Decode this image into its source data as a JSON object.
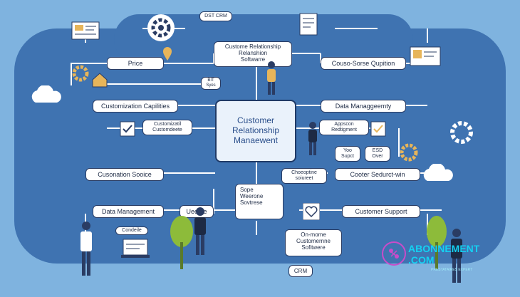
{
  "diagram": {
    "center": {
      "line1": "Customer",
      "line2": "Relationship",
      "line3": "Manaewent"
    },
    "labels": {
      "price": "Price",
      "top_box_l1": "Custome Relationship",
      "top_box_l2": "Relanshion",
      "top_box_l3": "Softwarre",
      "couse_sorse": "Couso-Sorse Qupition",
      "customization_capabilities": "Customization Capilities",
      "data_managgeemty": "Data Managgeemty",
      "customization_sub_l1": "Customizatil",
      "customization_sub_l2": "Customdeete",
      "appscon_l1": "Appscon",
      "appscon_l2": "Redtigment",
      "yoo_l1": "Yoo",
      "yoo_l2": "Supct",
      "esd_l1": "ESD",
      "esd_l2": "Over",
      "customation_sooice": "Cusonation Sooice",
      "choeoptine_l1": "Choeoptine",
      "choeoptine_l2": "soiureet",
      "cooter_sedurct": "Cooter Sedurct-win",
      "sope": "Sope",
      "weerone": "Weerone",
      "sovtrese": "Sovtrese",
      "data_management": "Data Management",
      "ueeate": "Ueeate",
      "customer_support": "Customer Support",
      "on_mome_l1": "On-mome",
      "on_mome_l2": "Customernne",
      "on_mome_l3": "Sofitwere",
      "crm_badge": "CRM",
      "crm_top": "DST CRM",
      "bit_l1": "BIT",
      "bit_l2": "Syes",
      "condeile": "Condeile"
    }
  },
  "brand": {
    "line1": "ABONNEMENT",
    "line2": ".COM",
    "tagline": "PRESTATAIRES EXPERT"
  },
  "colors": {
    "background": "#7fb3df",
    "panel": "#3f73b1",
    "accent": "#e7b55a",
    "brand": "#14d1f2"
  }
}
